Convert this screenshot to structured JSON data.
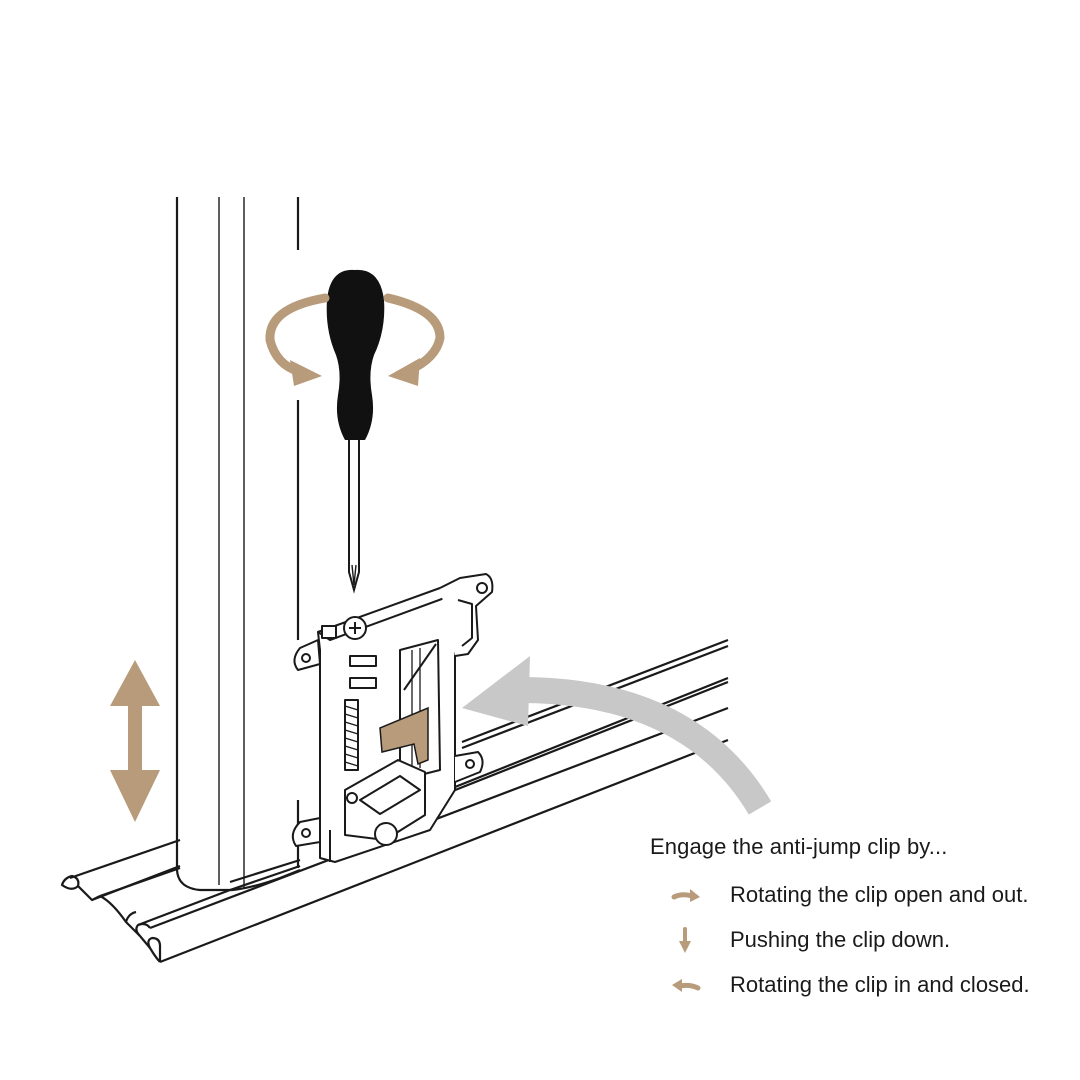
{
  "instructions": {
    "title": "Engage the anti-jump clip by...",
    "steps": [
      {
        "icon": "arrow-right-icon",
        "text": "Rotating the clip open and out."
      },
      {
        "icon": "arrow-down-icon",
        "text": "Pushing the clip down."
      },
      {
        "icon": "arrow-left-icon",
        "text": "Rotating the clip in and closed."
      }
    ]
  },
  "colors": {
    "accent": "#b89b7a",
    "line": "#1a1a1a",
    "screwdriver_handle": "#111111",
    "guide_arrow": "#c8c8c8"
  }
}
